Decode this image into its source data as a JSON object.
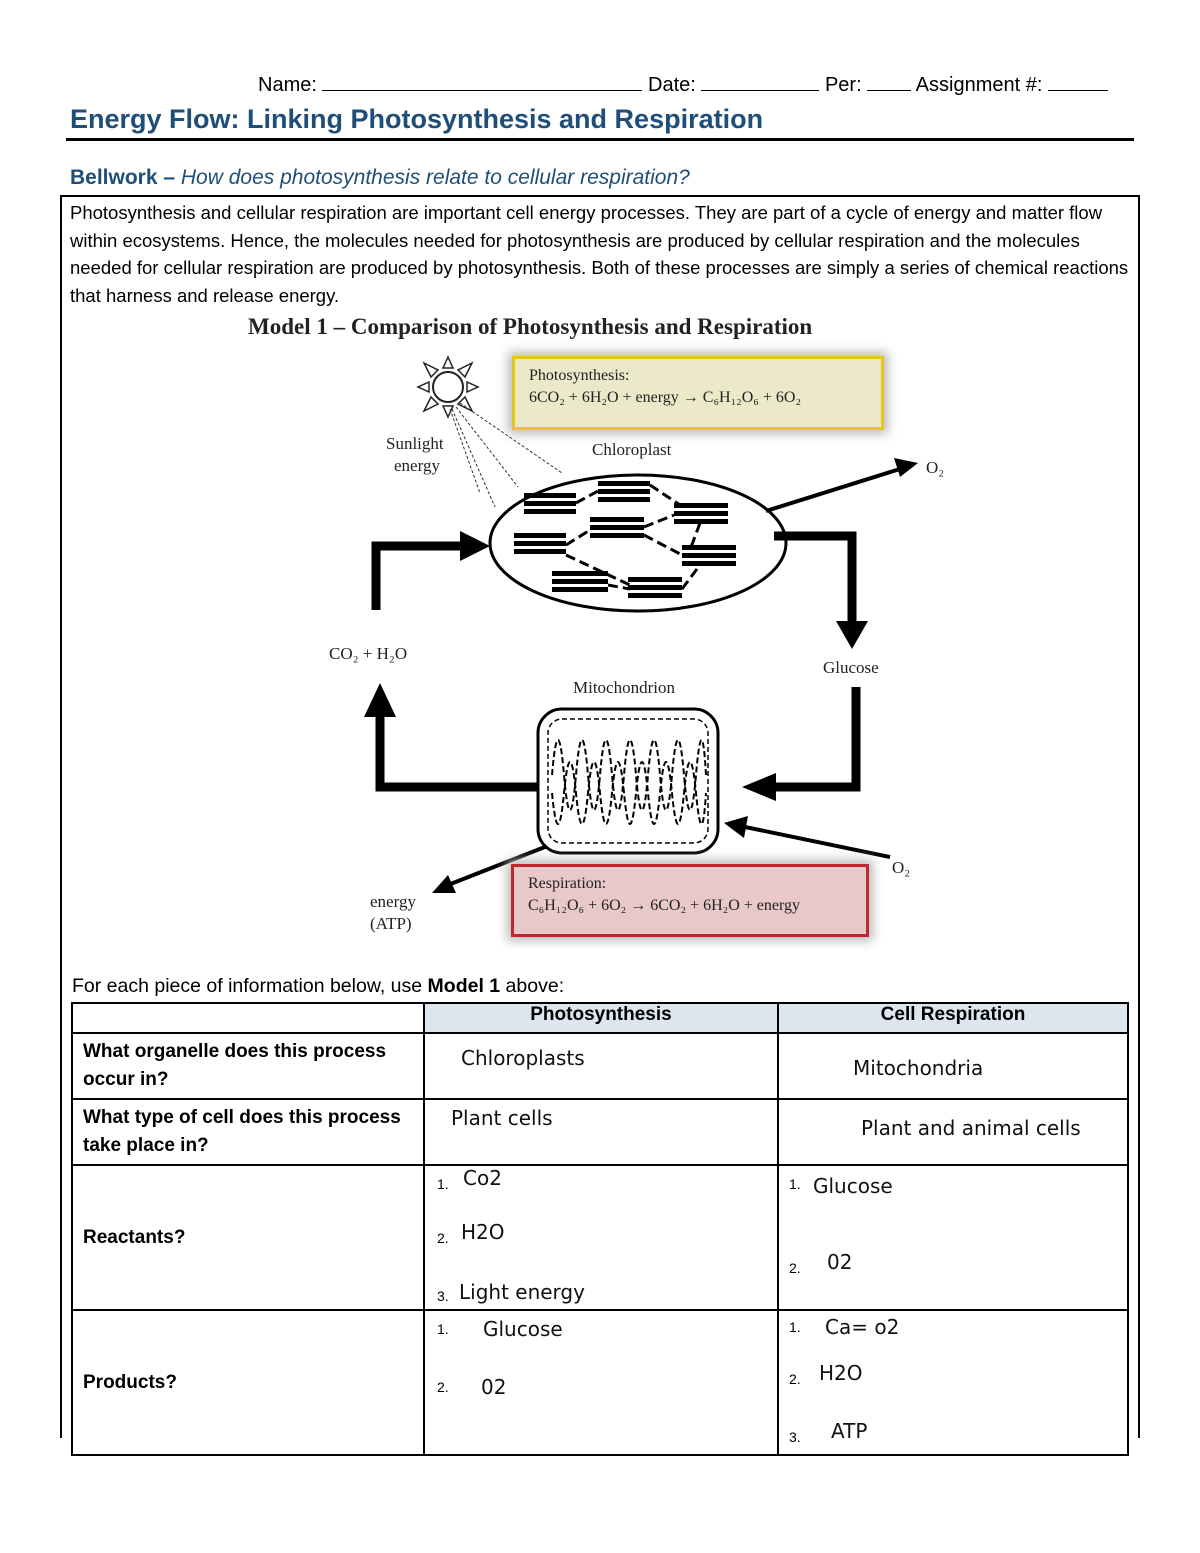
{
  "header": {
    "name_label": "Name:",
    "date_label": "Date:",
    "per_label": "Per:",
    "assignment_label": "Assignment #:"
  },
  "title": "Energy Flow: Linking Photosynthesis and Respiration",
  "bellwork": {
    "label": "Bellwork –",
    "question": "How does photosynthesis relate to cellular respiration?"
  },
  "intro": "Photosynthesis and cellular respiration are important cell energy processes. They are part of a cycle of energy and matter flow within ecosystems.  Hence, the molecules needed for photosynthesis are produced by cellular respiration and the molecules needed for cellular respiration are produced by photosynthesis.  Both of these processes are simply a series of chemical reactions that harness and release energy.",
  "model": {
    "title": "Model 1 – Comparison of Photosynthesis and Respiration",
    "photosynthesis_label": "Photosynthesis:",
    "photosynthesis_eq": "6CO₂ + 6H₂O + energy → C₆H₁₂O₆ + 6O₂",
    "respiration_label": "Respiration:",
    "respiration_eq": "C₆H₁₂O₆ + 6O₂ → 6CO₂ + 6H₂O + energy",
    "sunlight_1": "Sunlight",
    "sunlight_2": "energy",
    "chloroplast": "Chloroplast",
    "o2_top": "O₂",
    "glucose": "Glucose",
    "co2_h2o": "CO₂ + H₂O",
    "mitochondrion": "Mitochondrion",
    "o2_bottom": "O₂",
    "energy_1": "energy",
    "energy_2": "(ATP)"
  },
  "instructions_pre": "For each piece of information below, use ",
  "instructions_bold": "Model 1",
  "instructions_post": " above:",
  "table": {
    "col_photo": "Photosynthesis",
    "col_resp": "Cell Respiration",
    "rows": [
      {
        "q": "What organelle does this process occur in?",
        "photo": "Chloroplasts",
        "resp": "Mitochondria"
      },
      {
        "q": "What type of cell does this process take place in?",
        "photo": "Plant cells",
        "resp": "Plant and animal cells"
      },
      {
        "q": "Reactants?",
        "photo": [
          "Co2",
          "H2O",
          "Light energy"
        ],
        "resp": [
          "Glucose",
          "02"
        ]
      },
      {
        "q": "Products?",
        "photo": [
          "Glucose",
          "02"
        ],
        "resp": [
          "Ca= o2",
          "H2O",
          "ATP"
        ]
      }
    ],
    "nums": [
      "1.",
      "2.",
      "3."
    ]
  }
}
